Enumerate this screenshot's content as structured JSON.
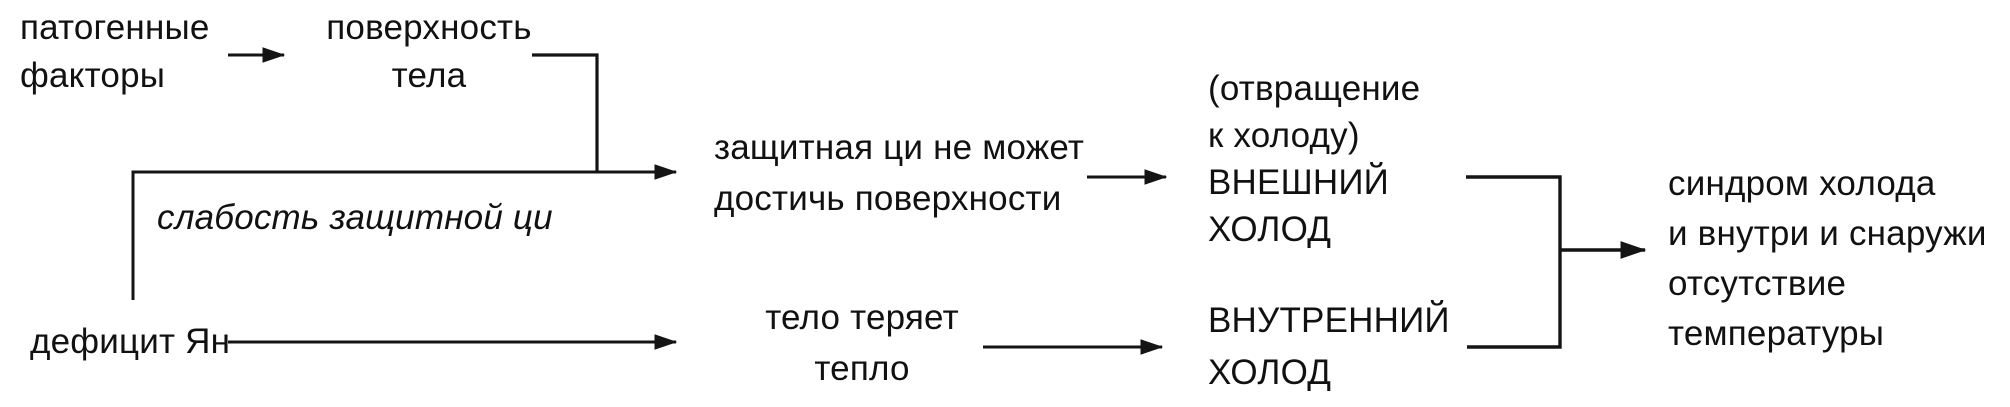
{
  "diagram": {
    "kind": "flowchart",
    "language": "ru",
    "ink_color": "#141414",
    "background_color": "#ffffff",
    "nodes": {
      "pathogenic_factors": {
        "text": "патогенные\nфакторы"
      },
      "body_surface": {
        "text": "поверхность\nтела"
      },
      "weak_defensive_qi": {
        "text": "слабость защитной ци"
      },
      "yang_deficiency": {
        "text": "дефицит Ян"
      },
      "qi_cannot_reach": {
        "text": "защитная ци не может\nдостичь поверхности"
      },
      "external_cold": {
        "text": "(отвращение\nк холоду)\nВНЕШНИЙ\nХОЛОД"
      },
      "body_loses_heat": {
        "text": "тело теряет\nтепло"
      },
      "internal_cold": {
        "text": "ВНУТРЕННИЙ\nХОЛОД"
      },
      "outcome": {
        "text": "синдром холода\nи внутри и снаружи\nотсутствие\nтемпературы"
      }
    },
    "edges": [
      {
        "from": "pathogenic_factors",
        "to": "body_surface"
      },
      {
        "from": "body_surface+yang_deficiency",
        "to": "qi_cannot_reach",
        "label": "слабость защитной ци"
      },
      {
        "from": "yang_deficiency",
        "to": "body_loses_heat"
      },
      {
        "from": "qi_cannot_reach",
        "to": "external_cold"
      },
      {
        "from": "body_loses_heat",
        "to": "internal_cold"
      },
      {
        "from": "external_cold+internal_cold",
        "to": "outcome"
      }
    ]
  }
}
